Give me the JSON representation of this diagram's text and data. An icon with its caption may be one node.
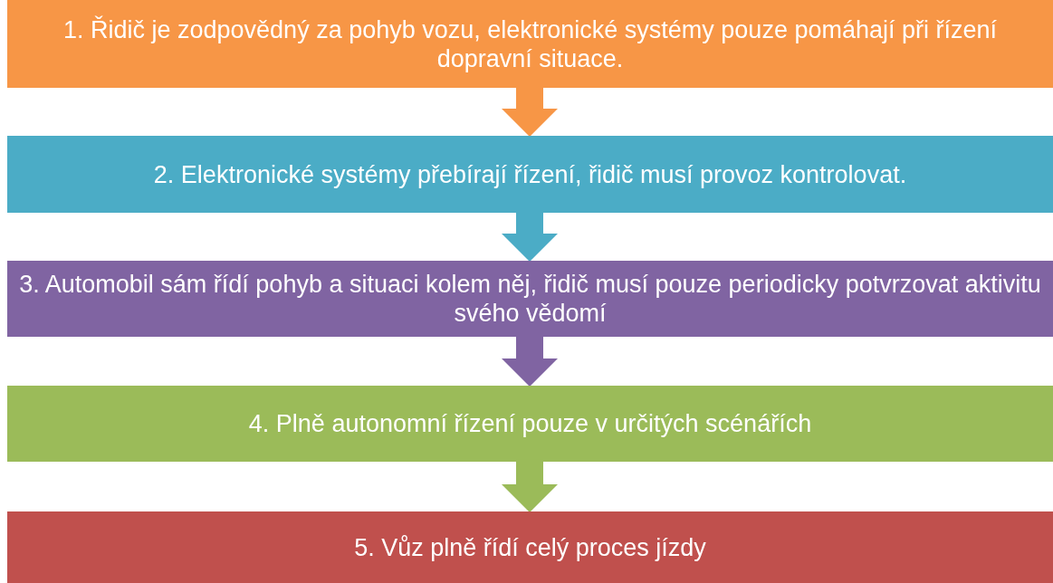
{
  "diagram": {
    "nodes": [
      {
        "text": [
          "1. Řidič je zodpovědný za pohyb vozu, elektronické systémy pouze pomáhají při řízení dopravní situace."
        ]
      },
      {
        "text": [
          "2. Elektronické systémy přebírají řízení, řidič musí provoz kontrolovat."
        ]
      },
      {
        "text": [
          "3. Automobil sám řídí pohyb a situaci kolem něj, řidič musí pouze periodicky potvrzovat aktivitu svého vědomí"
        ]
      },
      {
        "text": [
          "4. Plně autonomní řízení pouze v určitých scénářích"
        ]
      },
      {
        "text": [
          "5. Vůz plně řídí celý proces jízdy"
        ]
      }
    ],
    "edges": [
      {
        "from": 0,
        "to": 1,
        "arrow": "to",
        "color": "#f79646"
      },
      {
        "from": 1,
        "to": 2,
        "arrow": "to",
        "color": "#4bacc6"
      },
      {
        "from": 2,
        "to": 3,
        "arrow": "to",
        "color": "#8064a2"
      },
      {
        "from": 3,
        "to": 4,
        "arrow": "to",
        "color": "#9bbb59"
      }
    ]
  }
}
